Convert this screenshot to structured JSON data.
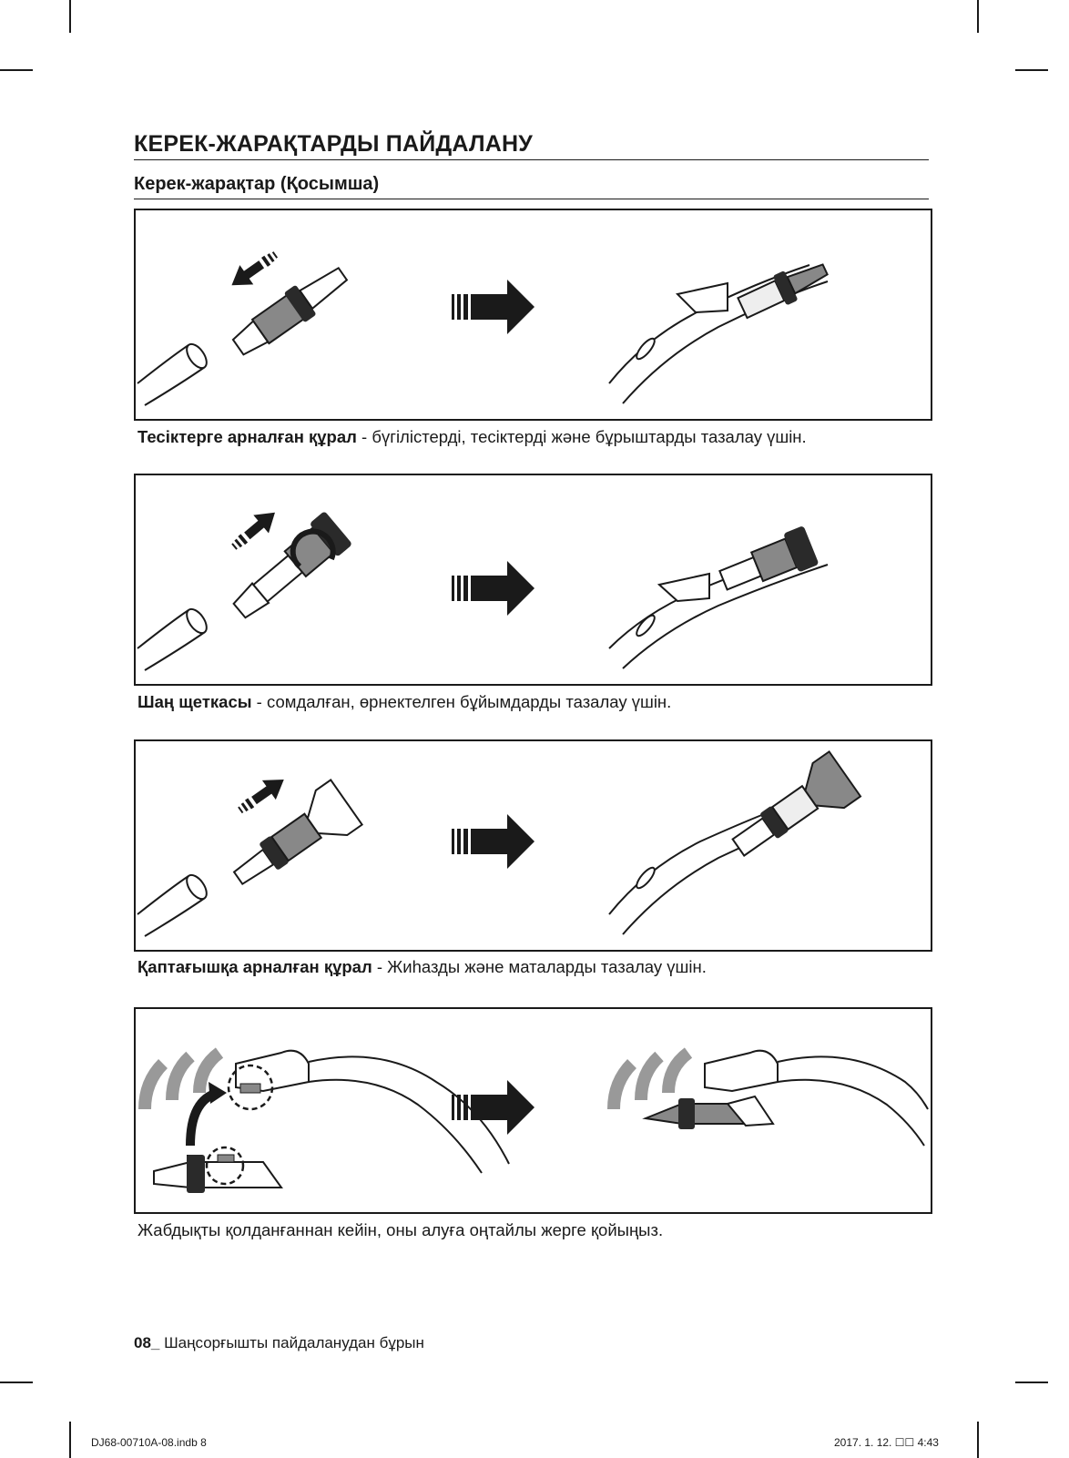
{
  "heading": "КЕРЕК-ЖАРАҚТАРДЫ ПАЙДАЛАНУ",
  "subheading": "Керек-жарақтар (Қосымша)",
  "sections": [
    {
      "term": "Тесіктерге арналған құрал",
      "description": " - бүгілістерді, тесіктерді және бұрыштарды тазалау үшін."
    },
    {
      "term": "Шаң щеткасы",
      "description": " - сомдалған, өрнектелген бұйымдарды тазалау үшін."
    },
    {
      "term": "Қаптағышқа арналған құрал",
      "description": " - Жиһазды және маталарды тазалау үшін."
    },
    {
      "term": "",
      "description": "Жабдықты қолданғаннан кейін, оны алуға оңтайлы жерге қойыңыз."
    }
  ],
  "footer": {
    "page_number": "08_",
    "section_name": " Шаңсорғышты пайдаланудан бұрын"
  },
  "slug": {
    "file": "DJ68-00710A-08.indb   8",
    "date": "2017. 1. 12.   ☐☐ 4:43"
  }
}
